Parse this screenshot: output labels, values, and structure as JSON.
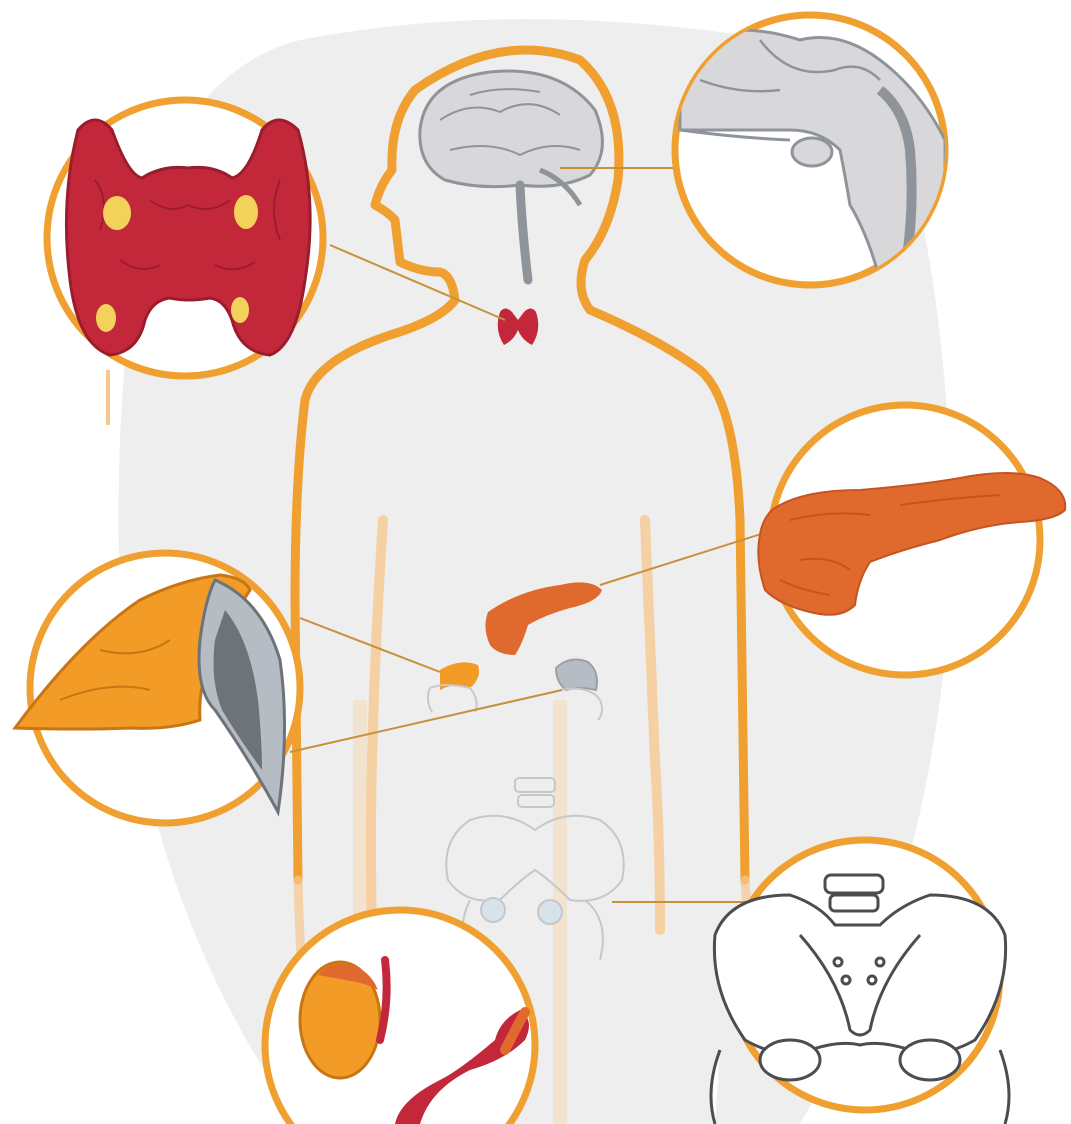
{
  "diagram": {
    "colors": {
      "background": "#ffffff",
      "backdrop": "#eeeeef",
      "outline_orange": "#f0a030",
      "body_outline_light": "#f6c890",
      "connector": "#c8903a",
      "thyroid_red": "#c3283a",
      "thyroid_dark": "#9b1c2c",
      "nodule_yellow": "#f2d25a",
      "pancreas_orange": "#e06a2e",
      "pancreas_dark": "#c55420",
      "adrenal_orange": "#f29b26",
      "adrenal_gray": "#9aa0a8",
      "brain_gray": "#d8d8da",
      "brain_line": "#8f949a",
      "bone_line": "#4a4d52",
      "testis_orange": "#f29b26",
      "testis_red": "#c3283a"
    },
    "insets": [
      {
        "name": "thyroid",
        "icon": "thyroid-icon"
      },
      {
        "name": "pituitary",
        "icon": "pituitary-icon"
      },
      {
        "name": "pancreas",
        "icon": "pancreas-icon"
      },
      {
        "name": "adrenal-gland",
        "icon": "adrenal-gland-icon"
      },
      {
        "name": "pelvis",
        "icon": "pelvis-icon"
      },
      {
        "name": "testis",
        "icon": "testis-icon"
      }
    ]
  }
}
